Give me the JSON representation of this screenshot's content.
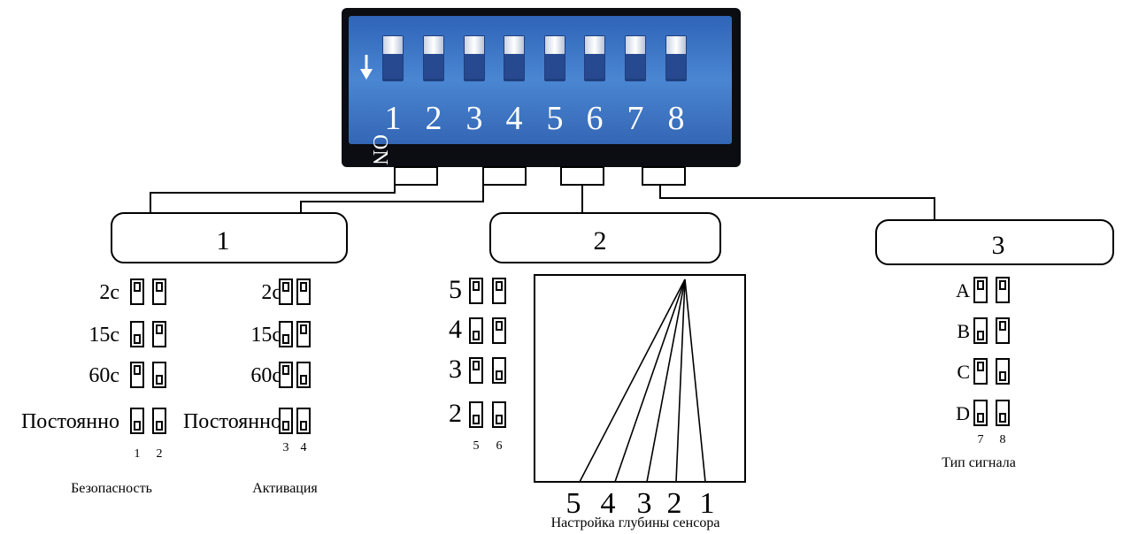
{
  "dip_switch": {
    "on_label": "ON",
    "numbers": [
      "1",
      "2",
      "3",
      "4",
      "5",
      "6",
      "7",
      "8"
    ],
    "colors": {
      "body": "#3f78c8",
      "frame": "#0b0d12",
      "switch": "#f2f4f8"
    }
  },
  "groups": [
    {
      "title": "1"
    },
    {
      "title": "2"
    },
    {
      "title": "3"
    }
  ],
  "security": {
    "caption": "Безопасность",
    "rows": [
      {
        "label": "2с",
        "switches": [
          "up",
          "up"
        ]
      },
      {
        "label": "15с",
        "switches": [
          "down",
          "up"
        ]
      },
      {
        "label": "60с",
        "switches": [
          "up",
          "down"
        ]
      },
      {
        "label": "Постоянно",
        "switches": [
          "down",
          "down"
        ]
      }
    ],
    "switch_numbers": [
      "1",
      "2"
    ]
  },
  "activation": {
    "caption": "Активация",
    "rows": [
      {
        "label": "2с",
        "switches": [
          "up",
          "up"
        ]
      },
      {
        "label": "15с",
        "switches": [
          "down",
          "up"
        ]
      },
      {
        "label": "60с",
        "switches": [
          "up",
          "down"
        ]
      },
      {
        "label": "Постоянно",
        "switches": [
          "down",
          "down"
        ]
      }
    ],
    "switch_numbers": [
      "3",
      "4"
    ]
  },
  "depth": {
    "caption": "Настройка глубины сенсора",
    "rows": [
      {
        "label": "5",
        "switches": [
          "up",
          "up"
        ]
      },
      {
        "label": "4",
        "switches": [
          "down",
          "up"
        ]
      },
      {
        "label": "3",
        "switches": [
          "up",
          "down"
        ]
      },
      {
        "label": "2",
        "switches": [
          "down",
          "down"
        ]
      }
    ],
    "switch_numbers": [
      "5",
      "6"
    ],
    "levels": [
      "5",
      "4",
      "3",
      "2",
      "1"
    ]
  },
  "signal": {
    "caption": "Тип сигнала",
    "rows": [
      {
        "label": "A",
        "switches": [
          "up",
          "up"
        ]
      },
      {
        "label": "B",
        "switches": [
          "down",
          "up"
        ]
      },
      {
        "label": "C",
        "switches": [
          "up",
          "down"
        ]
      },
      {
        "label": "D",
        "switches": [
          "down",
          "down"
        ]
      }
    ],
    "switch_numbers": [
      "7",
      "8"
    ]
  }
}
